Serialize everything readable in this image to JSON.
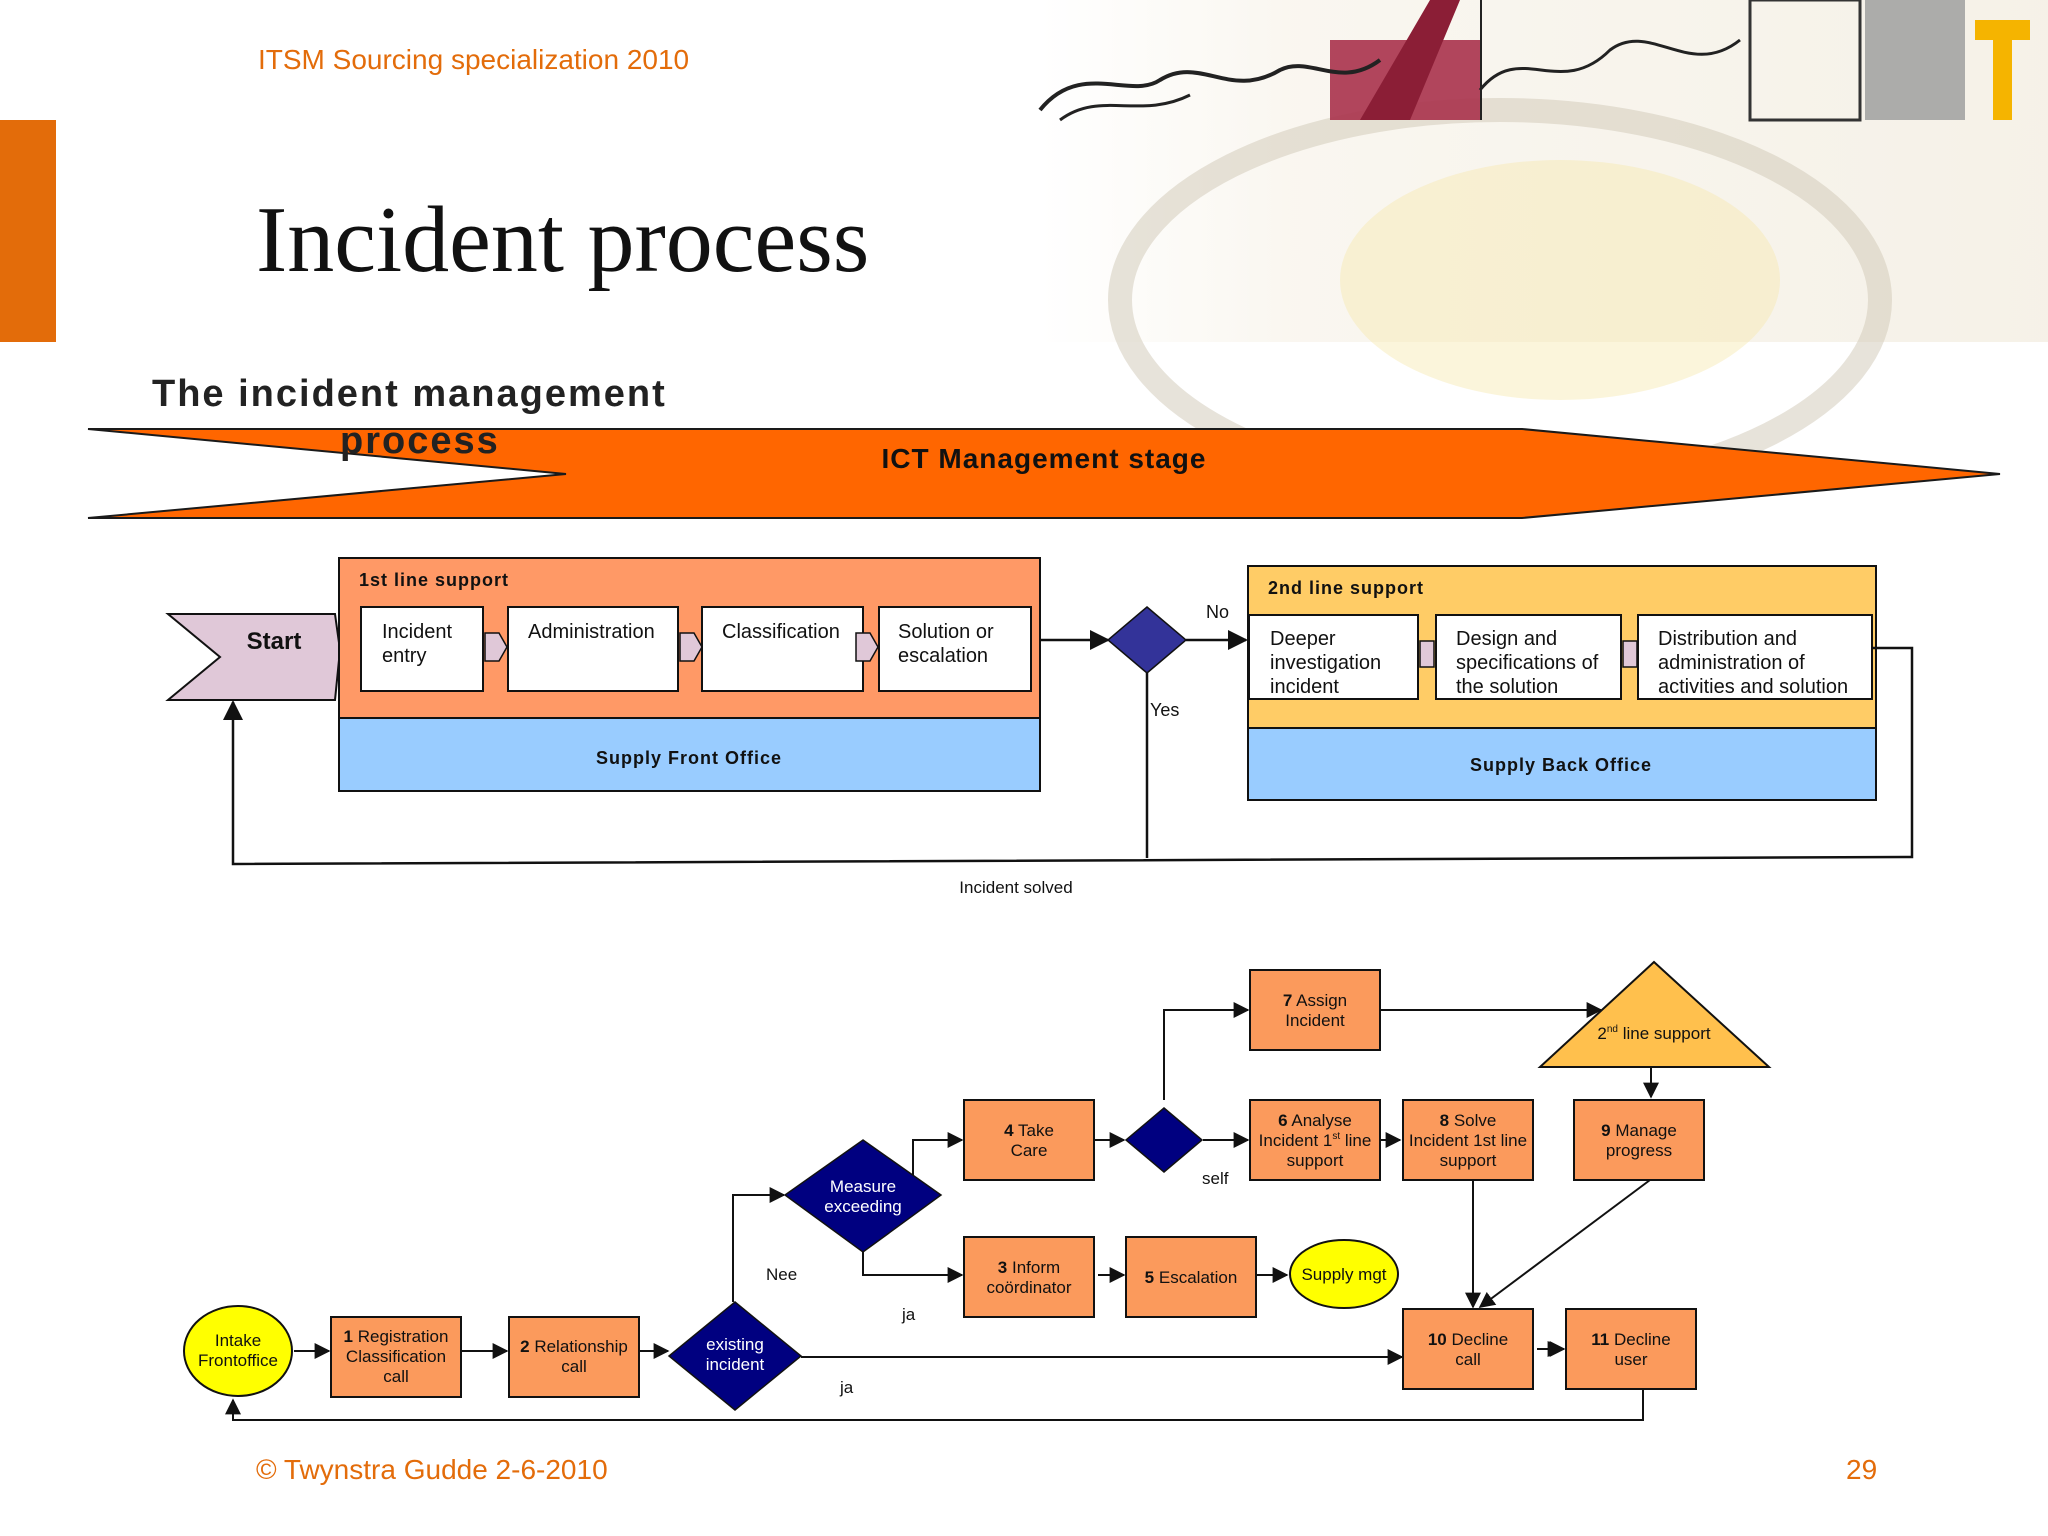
{
  "header": {
    "subtitle": "ITSM Sourcing specialization 2010"
  },
  "title": "Incident process",
  "top_diagram": {
    "heading_line1": "The incident management",
    "heading_line2": "process",
    "stage": "ICT Management stage",
    "start": "Start",
    "first_line": {
      "label": "1st line support",
      "steps": [
        {
          "line1": "Incident",
          "line2": "entry"
        },
        {
          "line1": "Administration",
          "line2": ""
        },
        {
          "line1": "Classification",
          "line2": ""
        },
        {
          "line1": "Solution or",
          "line2": "escalation"
        }
      ],
      "office": "Supply Front Office"
    },
    "decision": {
      "no": "No",
      "yes": "Yes"
    },
    "second_line": {
      "label": "2nd line support",
      "steps": [
        {
          "line1": "Deeper",
          "line2": "investigation",
          "line3": "incident"
        },
        {
          "line1": "Design and",
          "line2": "specifications of",
          "line3": "the solution"
        },
        {
          "line1": "Distribution and",
          "line2": "administration of",
          "line3": "activities and solution"
        }
      ],
      "office": "Supply Back Office"
    },
    "loop_label": "Incident solved"
  },
  "bottom_diagram": {
    "intake": {
      "line1": "Intake",
      "line2": "Frontoffice"
    },
    "n1": {
      "num": "1",
      "line1": "Registration",
      "line2": "Classification",
      "line3": "call"
    },
    "n2": {
      "num": "2",
      "line1": "Relationship",
      "line2": "call"
    },
    "existing": {
      "line1": "existing",
      "line2": "incident"
    },
    "measure": {
      "line1": "Measure",
      "line2": "exceeding"
    },
    "n3": {
      "num": "3",
      "line1": "Inform",
      "line2": "coördinator"
    },
    "n4": {
      "num": "4",
      "line1": "Take",
      "line2": "Care"
    },
    "n5": {
      "num": "5",
      "line1": "Escalation"
    },
    "supply_mgt": "Supply mgt",
    "n6": {
      "num": "6",
      "line1": "Analyse",
      "line2a": "Incident 1",
      "sup": "st",
      "line2b": " line",
      "line3": "support"
    },
    "n7": {
      "num": "7",
      "line1": "Assign",
      "line2": "Incident"
    },
    "n8": {
      "num": "8",
      "line1": "Solve",
      "line2": "Incident 1st line",
      "line3": "support"
    },
    "second_line": {
      "pre": "2",
      "sup": "nd",
      "post": " line support"
    },
    "n9": {
      "num": "9",
      "line1": "Manage",
      "line2": "progress"
    },
    "n10": {
      "num": "10",
      "line1": "Decline",
      "line2": "call"
    },
    "n11": {
      "num": "11",
      "line1": "Decline",
      "line2": "user"
    },
    "labels": {
      "nee": "Nee",
      "ja_measure": "ja",
      "ja_existing": "ja",
      "self": "self"
    }
  },
  "footer": {
    "copyright": "© Twynstra Gudde  2-6-2010",
    "page": "29"
  },
  "colors": {
    "brand_orange": "#e36c0a",
    "stage_orange": "#ff6600",
    "first_line_fill": "#ff9966",
    "second_line_fill": "#ffcc66",
    "office_blue": "#99ccff",
    "decision_blue": "#333399",
    "node_orange": "#fb9a5c",
    "diamond_navy": "#000080",
    "yellow": "#ffff00",
    "triangle_yellow": "#ffc04d",
    "start_pink": "#e0c8d8"
  }
}
